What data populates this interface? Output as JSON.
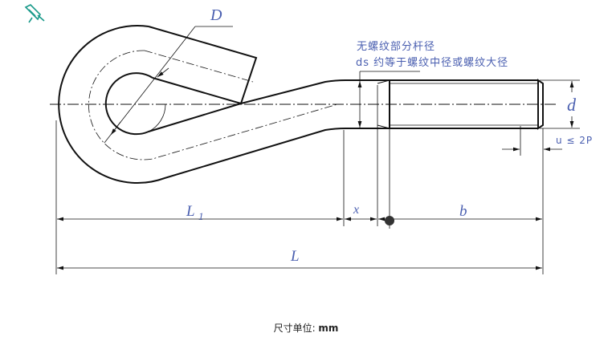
{
  "labels": {
    "D": "D",
    "d": "d",
    "L1_main": "L",
    "L1_sub": "1",
    "x": "x",
    "b": "b",
    "L": "L"
  },
  "notes": {
    "line1": "无螺纹部分杆径",
    "line2": "ds 约等于螺纹中径或螺纹大径",
    "u": "u ≤ 2P"
  },
  "footer": {
    "prefix": "尺寸单位: ",
    "unit": "mm"
  },
  "icons": {
    "pin": "pushpin-icon"
  },
  "colors": {
    "label": "#4a5fb0",
    "pin": "#1a9a8a",
    "line": "#111111"
  }
}
